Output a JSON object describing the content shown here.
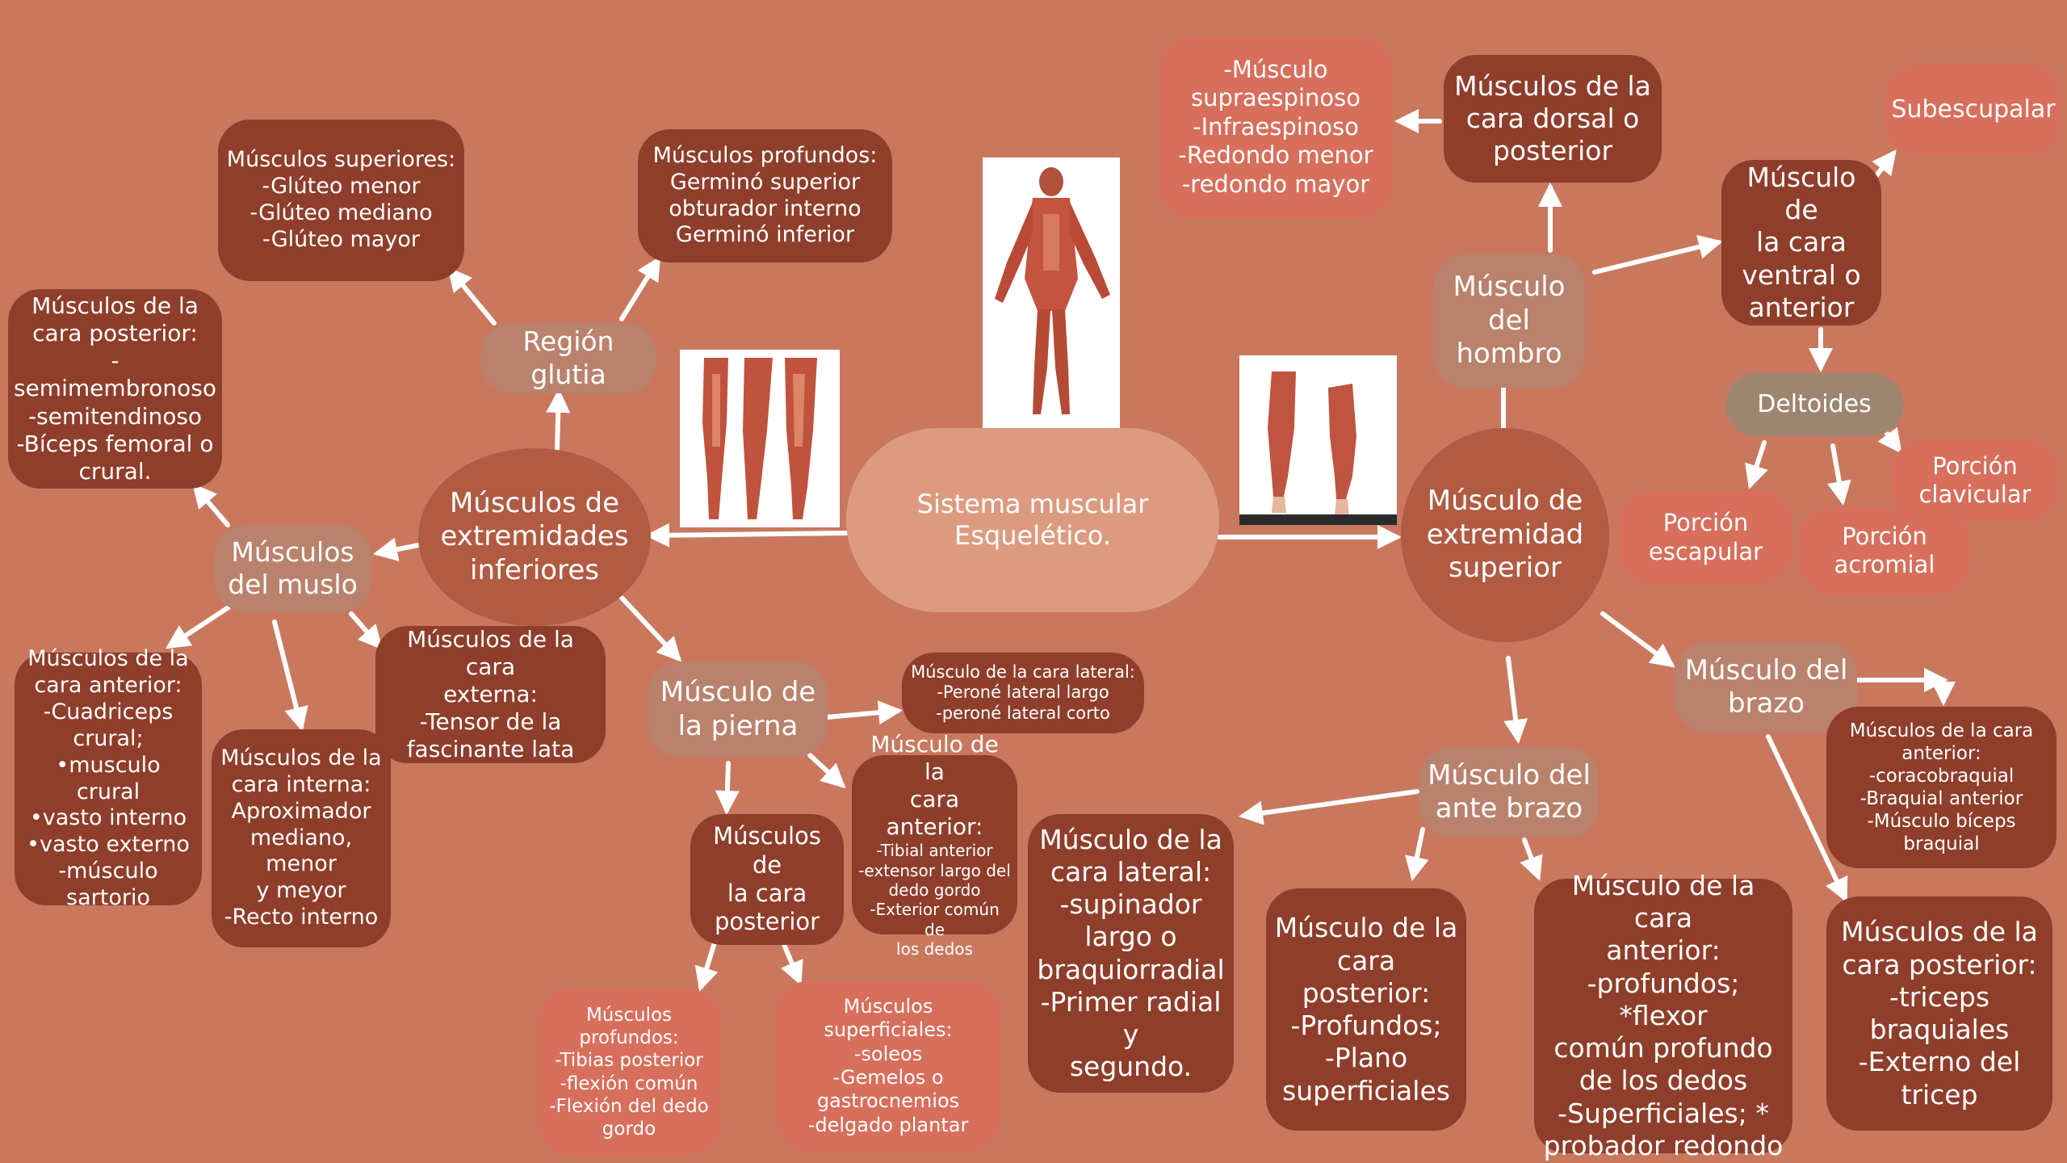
{
  "colors": {
    "background": "#c9785e",
    "node_dark": "#8e3e2b",
    "node_mid": "#b15b43",
    "node_tan": "#b9826d",
    "node_pink": "#d76f5c",
    "node_olive": "#9d8670",
    "center": "#dc9b81",
    "arrow": "#ffffff"
  },
  "nodes": {
    "center": "Sistema muscular\nEsquelético.",
    "lower_limb": "Músculos de\nextremidades\ninferiores",
    "gluteal_region": "Región glutia",
    "gluteal_superior": "Músculos superiores:\n-Glúteo menor\n-Glúteo mediano\n-Glúteo mayor",
    "gluteal_deep": "Músculos profundos:\nGerminó superior\nobturador interno\nGerminó inferior",
    "thigh": "Músculos\ndel muslo",
    "thigh_posterior": "Músculos de la\ncara posterior:\n-semimembronoso\n-semitendinoso\n-Bíceps femoral o\ncrural.",
    "thigh_anterior": "Músculos de la\ncara anterior:\n-Cuadriceps\ncrural;\n•musculo crural\n•vasto interno\n•vasto externo\n-músculo sartorio",
    "thigh_internal": "Músculos de la\ncara interna:\nAproximador\nmediano, menor\ny meyor\n-Recto interno",
    "thigh_external": "Músculos de la cara\nexterna:\n-Tensor de la\nfascinante lata",
    "leg": "Músculo de\nla pierna",
    "leg_lateral": "Músculo de la cara lateral:\n-Peroné lateral largo\n-peroné lateral corto",
    "leg_anterior_title": "Músculo de la\ncara anterior:",
    "leg_anterior_items": "-Tibial anterior\n-extensor largo del\ndedo gordo\n-Exterior común de\nlos dedos",
    "leg_posterior": "Músculos de\nla cara\nposterior",
    "leg_deep": "Músculos\nprofundos:\n-Tibias posterior\n-flexión común\n-Flexión del dedo\ngordo",
    "leg_superficial": "Músculos superficiales:\n-soleos\n-Gemelos o\ngastrocnemios\n-delgado plantar",
    "upper_limb": "Músculo de\nextremidad\nsuperior",
    "shoulder": "Músculo\ndel\nhombro",
    "shoulder_dorsal": "Músculos de la\ncara dorsal o\nposterior",
    "shoulder_dorsal_list": "-Músculo\nsupraespinoso\n-Infraespinoso\n-Redondo menor\n-redondo mayor",
    "shoulder_ventral": "Músculo de\nla cara\nventral o\nanterior",
    "subscapular": "Subescupalar",
    "deltoid": "Deltoides",
    "deltoid_scapular": "Porción\nescapular",
    "deltoid_acromial": "Porción\nacromial",
    "deltoid_clavicular": "Porción\nclavicular",
    "arm": "Músculo del\nbrazo",
    "arm_anterior": "Músculos de la cara\nanterior:\n-coracobraquial\n-Braquial anterior\n-Músculo bíceps braquial",
    "arm_posterior": "Músculos de la\ncara posterior:\n-triceps\nbraquiales\n-Externo del\ntricep",
    "forearm": "Músculo del\nante brazo",
    "forearm_lateral": "Músculo de la\ncara lateral:\n-supinador\nlargo o\nbraquiorradial\n-Primer radial y\nsegundo.",
    "forearm_posterior": "Músculo de la\ncara posterior:\n-Profundos;\n-Plano\nsuperficiales",
    "forearm_anterior": "Músculo de la cara\nanterior:\n-profundos; *flexor\ncomún profundo\nde los dedos\n-Superficiales; *\nprobador redondo"
  }
}
